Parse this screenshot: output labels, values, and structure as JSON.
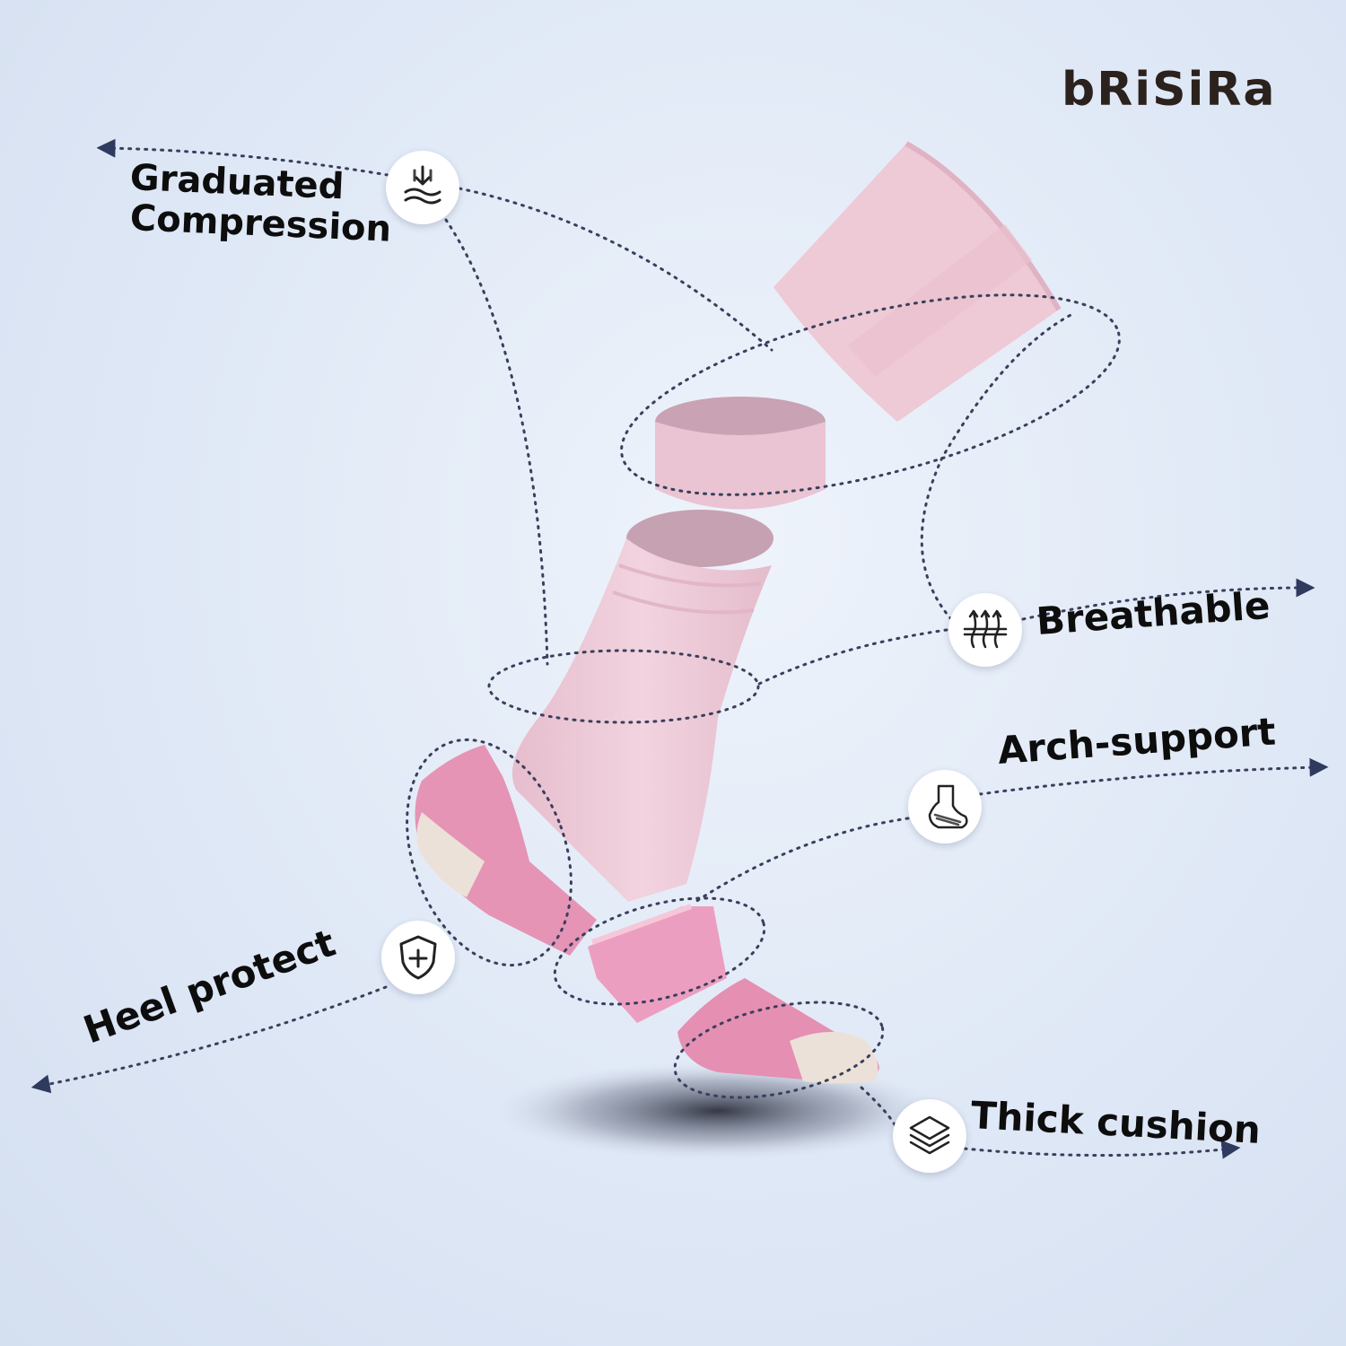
{
  "brand": {
    "name": "bRiSiRa"
  },
  "features": {
    "compression": {
      "line1": "Graduated",
      "line2": "Compression",
      "icon": "compression-arrow-icon"
    },
    "breathable": {
      "label": "Breathable",
      "icon": "airflow-icon"
    },
    "arch": {
      "label": "Arch-support",
      "icon": "sock-arch-icon"
    },
    "heel": {
      "label": "Heel protect",
      "icon": "shield-plus-icon"
    },
    "cushion": {
      "label": "Thick cushion",
      "icon": "layers-icon"
    }
  },
  "colors": {
    "sock_light_pink": "#ecc9d7",
    "sock_pink": "#e58fb3",
    "sock_cream": "#ece1d8",
    "arrow_navy": "#2e3a5e"
  }
}
